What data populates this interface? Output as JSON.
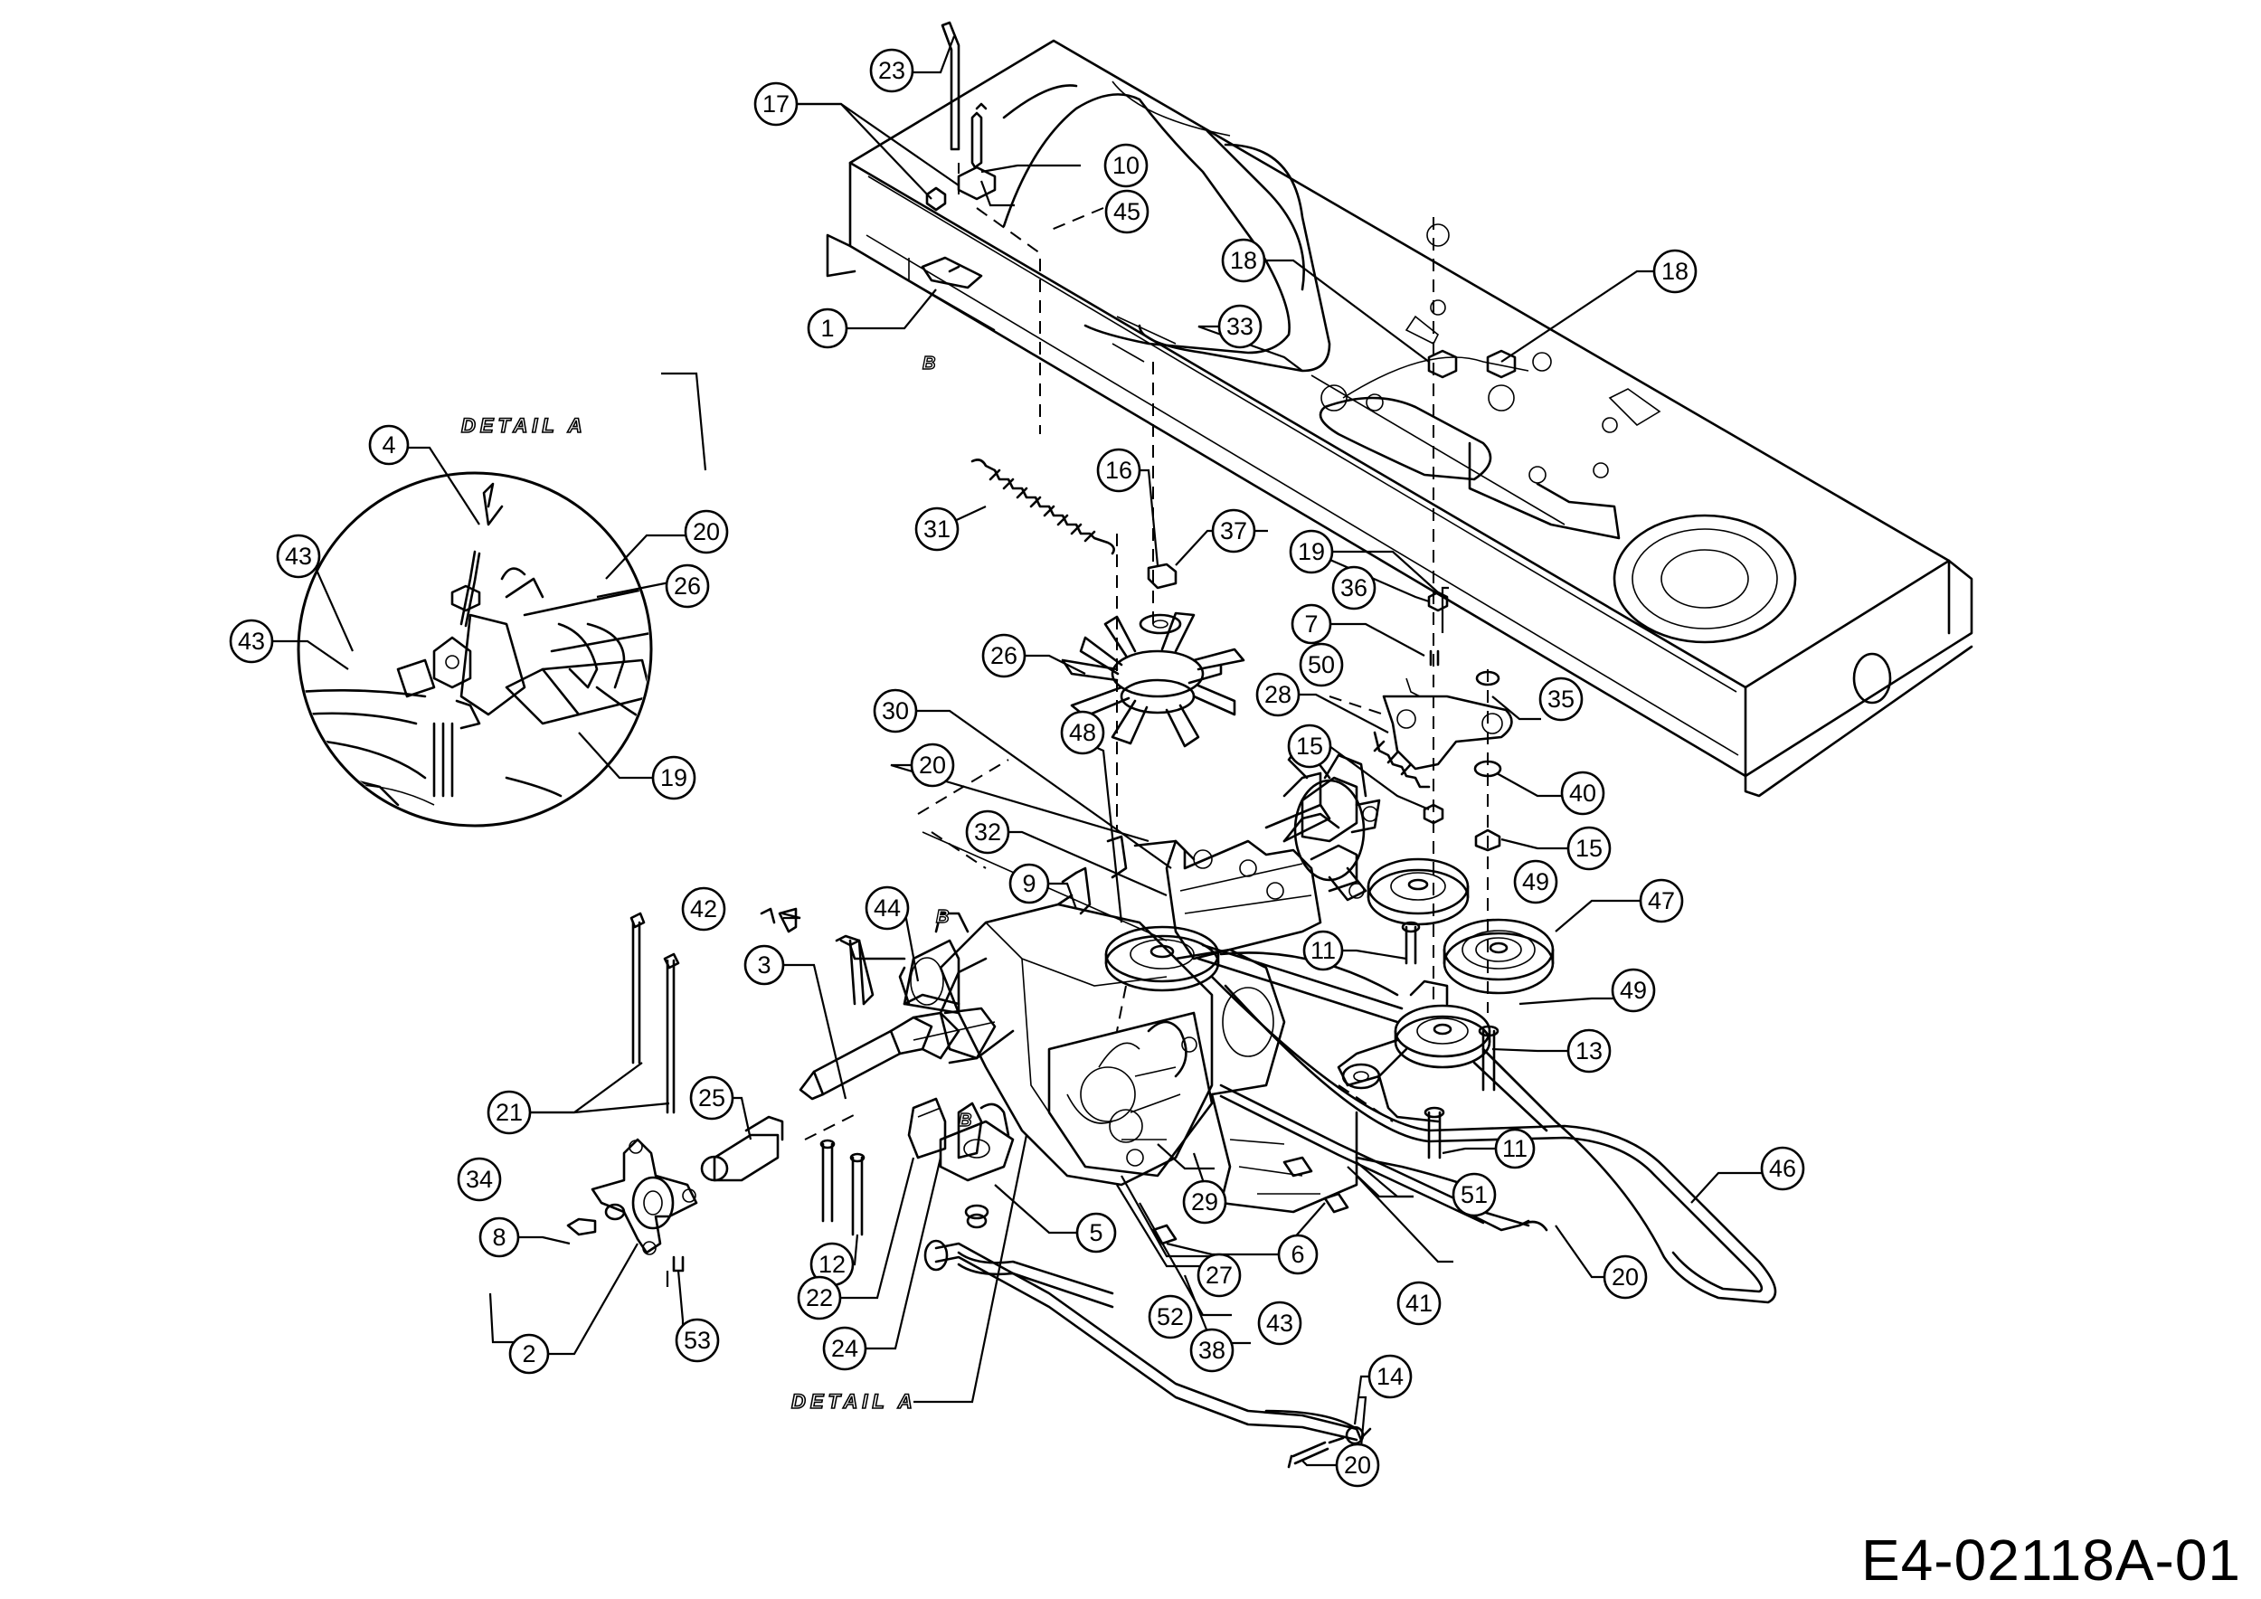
{
  "drawing_number": "E4-02118A-01",
  "detail_labels": {
    "detail_a_inset": "DETAIL A",
    "detail_a_pointer": "DETAIL A"
  },
  "view_markers": {
    "b_frame": "B",
    "b_axle": "B",
    "b_bracket": "B"
  },
  "callouts": [
    "1",
    "2",
    "3",
    "4",
    "5",
    "6",
    "7",
    "8",
    "9",
    "10",
    "11",
    "11",
    "12",
    "13",
    "14",
    "15",
    "15",
    "16",
    "17",
    "18",
    "18",
    "19",
    "19",
    "20",
    "20",
    "20",
    "20",
    "21",
    "22",
    "23",
    "24",
    "25",
    "26",
    "26",
    "27",
    "28",
    "29",
    "30",
    "31",
    "32",
    "33",
    "34",
    "35",
    "36",
    "37",
    "38",
    "40",
    "41",
    "42",
    "43",
    "43",
    "43",
    "44",
    "45",
    "46",
    "47",
    "48",
    "49",
    "49",
    "50",
    "51",
    "52",
    "53"
  ]
}
